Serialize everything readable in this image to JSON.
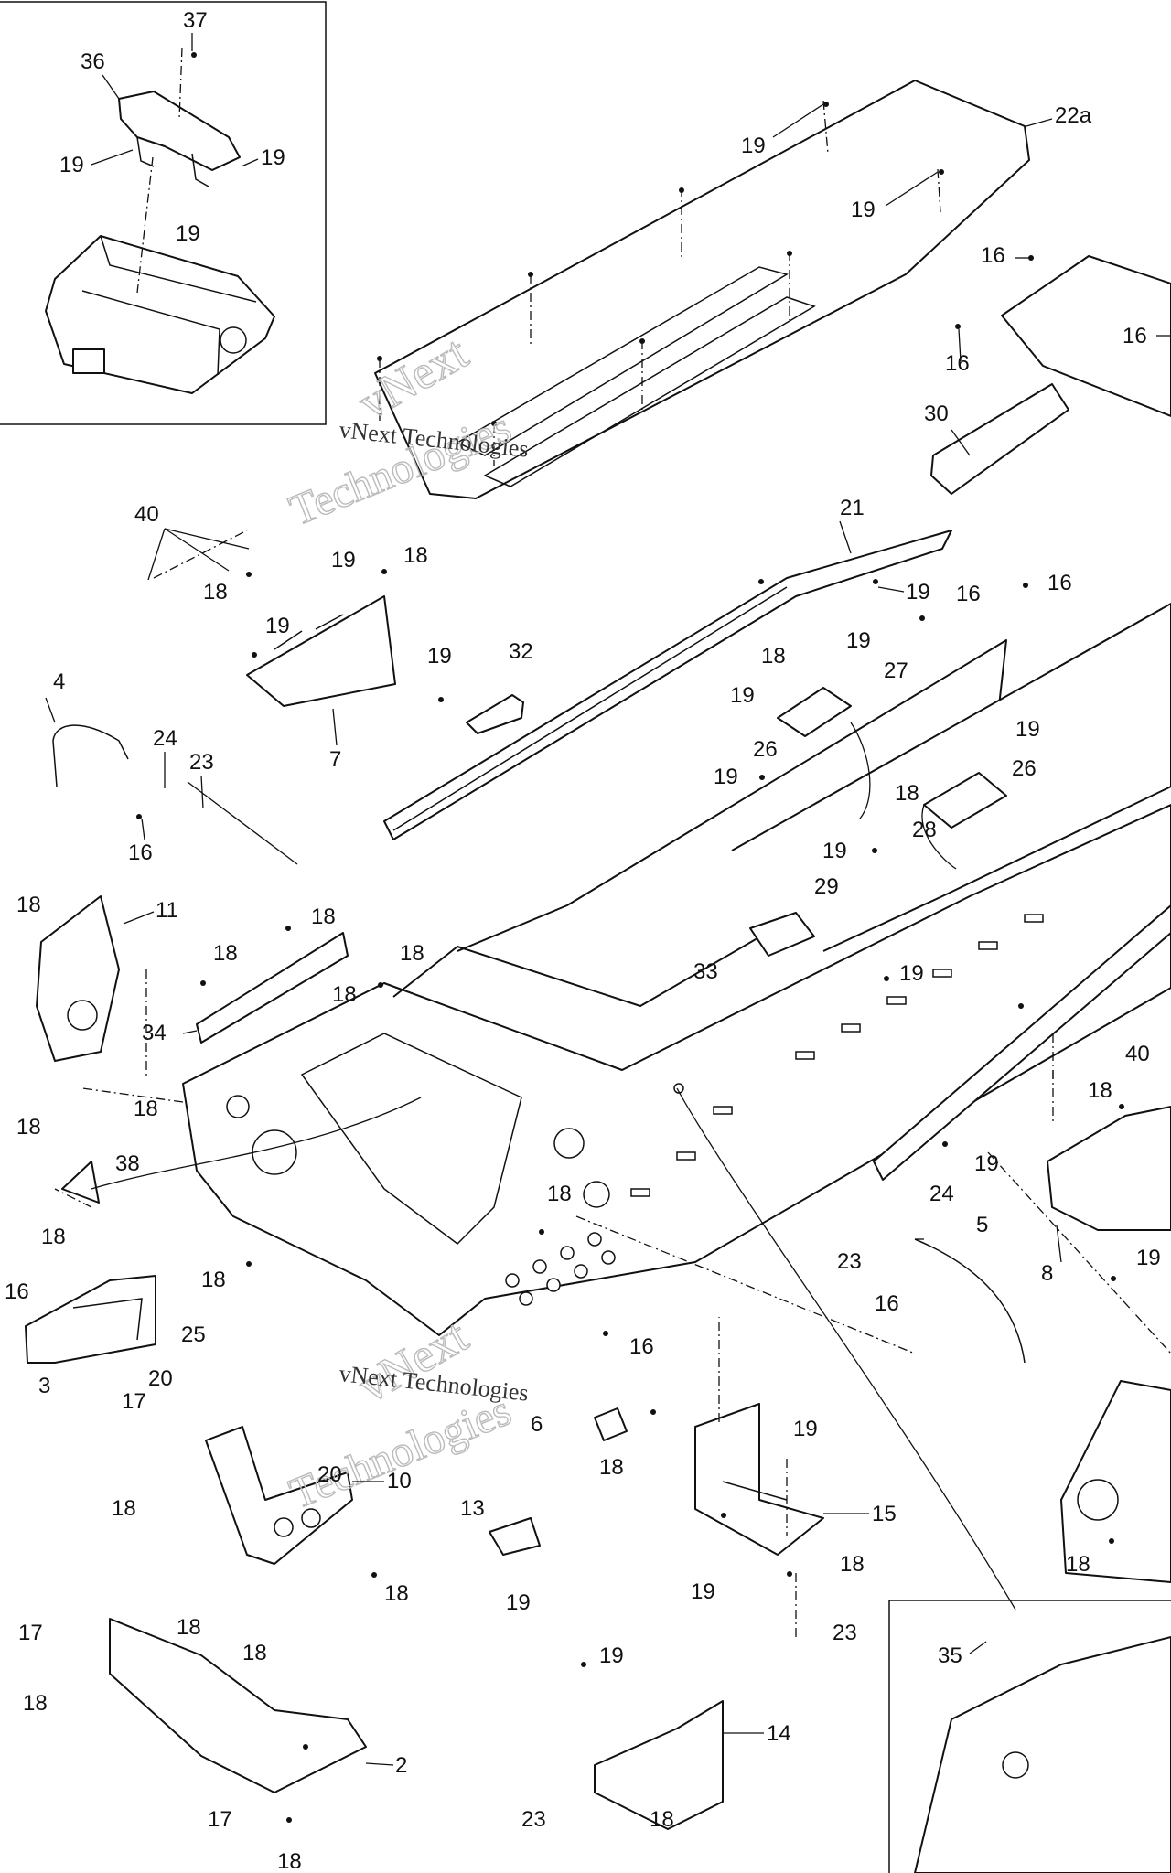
{
  "watermark": {
    "brand_a": "vNext",
    "brand_b": "Technologies",
    "line": "vNext Technologies"
  },
  "callouts": {
    "c37": "37",
    "c36": "36",
    "c19a": "19",
    "c19b": "19",
    "c19c": "19",
    "c22a": "22a",
    "c19d": "19",
    "c19e": "19",
    "c16a": "16",
    "c16b": "16",
    "c16c": "16",
    "c30": "30",
    "c40a": "40",
    "c19f": "19",
    "c18a": "18",
    "c18b": "18",
    "c19g": "19",
    "c7": "7",
    "c21": "21",
    "c19h": "19",
    "c16d": "16",
    "c16e": "16",
    "c19i": "19",
    "c32": "32",
    "c18c": "18",
    "c19j": "19",
    "c27": "27",
    "c19k": "19",
    "c4": "4",
    "c24a": "24",
    "c23a": "23",
    "c16f": "16",
    "c26a": "26",
    "c19l": "19",
    "c18d": "18",
    "c26b": "26",
    "c19m": "19",
    "c28": "28",
    "c19n": "19",
    "c29": "29",
    "c18e": "18",
    "c11": "11",
    "c18f": "18",
    "c18g": "18",
    "c18h": "18",
    "c18i": "18",
    "c33": "33",
    "c19o": "19",
    "c34": "34",
    "c18j": "18",
    "c40b": "40",
    "c18k": "18",
    "c18l": "18",
    "c19p": "19",
    "c38": "38",
    "c18m": "18",
    "c24b": "24",
    "c5": "5",
    "c23b": "23",
    "c8": "8",
    "c19q": "19",
    "c18n": "18",
    "c16g": "16",
    "c25": "25",
    "c16h": "16",
    "c20a": "20",
    "c3": "3",
    "c17a": "17",
    "c18o": "18",
    "c6": "6",
    "c19r": "19",
    "c18p": "18",
    "c20b": "20",
    "c10": "10",
    "c18q": "18",
    "c15": "15",
    "c13": "13",
    "c18r": "18",
    "c18s": "18",
    "c18t": "18",
    "c19s": "19",
    "c19t": "19",
    "c18u": "18",
    "c18v": "18",
    "c23c": "23",
    "c17b": "17",
    "c35": "35",
    "c18w": "18",
    "c2": "2",
    "c19u": "19",
    "c14": "14",
    "c17c": "17",
    "c23d": "23",
    "c18x": "18",
    "c18y": "18"
  }
}
